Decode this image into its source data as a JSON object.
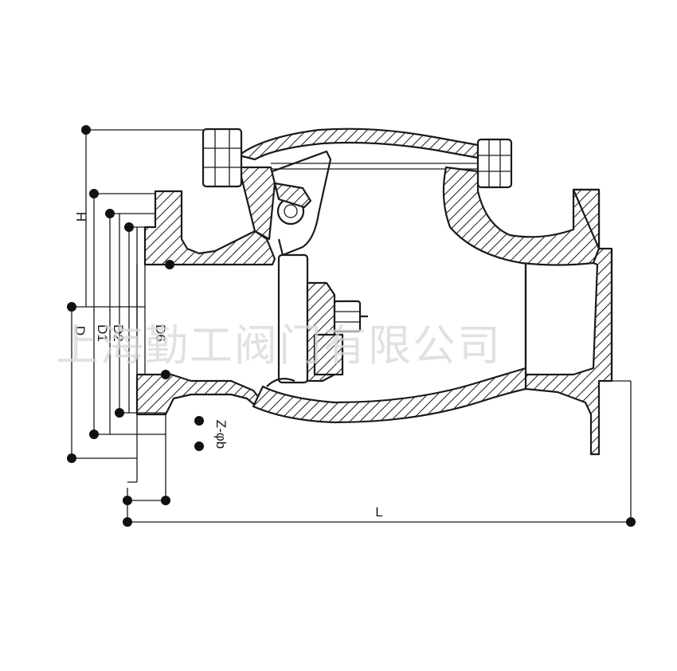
{
  "labels": {
    "H": "H",
    "D": "D",
    "D1": "D1",
    "D2": "D2",
    "D6": "D6",
    "Z_phi_b": "Z-φb",
    "L": "L"
  },
  "watermark": "上海勤工阀门有限公司",
  "colors": {
    "line": "#1a1a1a",
    "background": "#ffffff",
    "watermark": "#d8d8d8"
  }
}
